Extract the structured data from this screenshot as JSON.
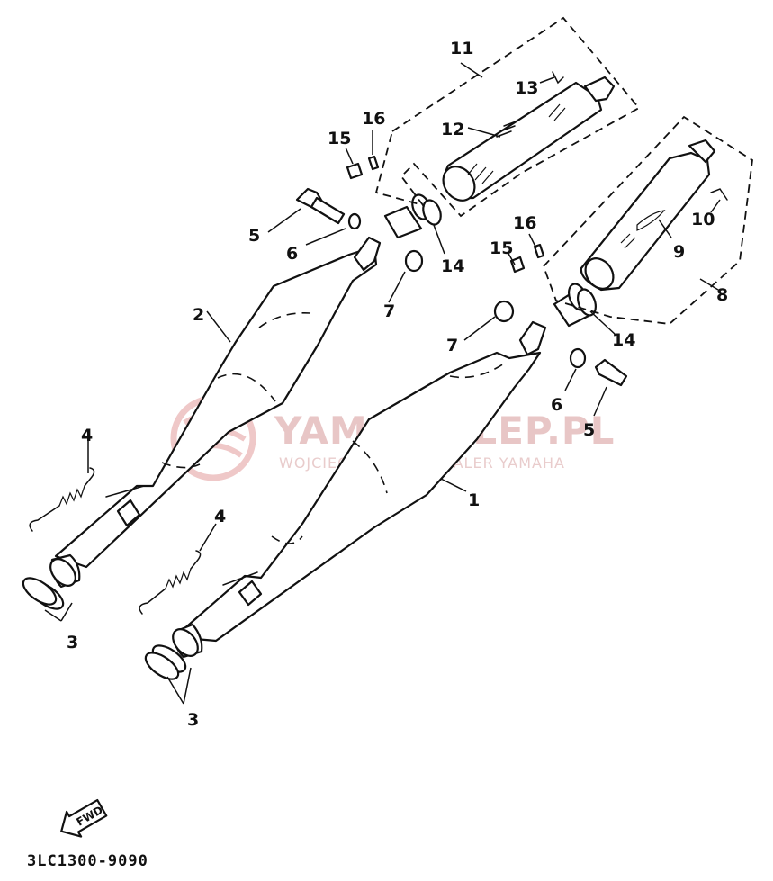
{
  "watermark": {
    "title": "YAMA-SKLEP.PL",
    "subtitle": "WOJCIECHOWICZ | DEALER YAMAHA"
  },
  "callouts": {
    "p1": "1",
    "p2": "2",
    "p3a": "3",
    "p3b": "3",
    "p4a": "4",
    "p4b": "4",
    "p5a": "5",
    "p5b": "5",
    "p6a": "6",
    "p6b": "6",
    "p7a": "7",
    "p7b": "7",
    "p8": "8",
    "p9": "9",
    "p10": "10",
    "p11": "11",
    "p12": "12",
    "p13": "13",
    "p14a": "14",
    "p14b": "14",
    "p15a": "15",
    "p15b": "15",
    "p16a": "16",
    "p16b": "16"
  },
  "fwd_label": "FWD",
  "diagram_code": "3LC1300-9090",
  "colors": {
    "line": "#111111",
    "watermark": "#e8c6c6"
  }
}
